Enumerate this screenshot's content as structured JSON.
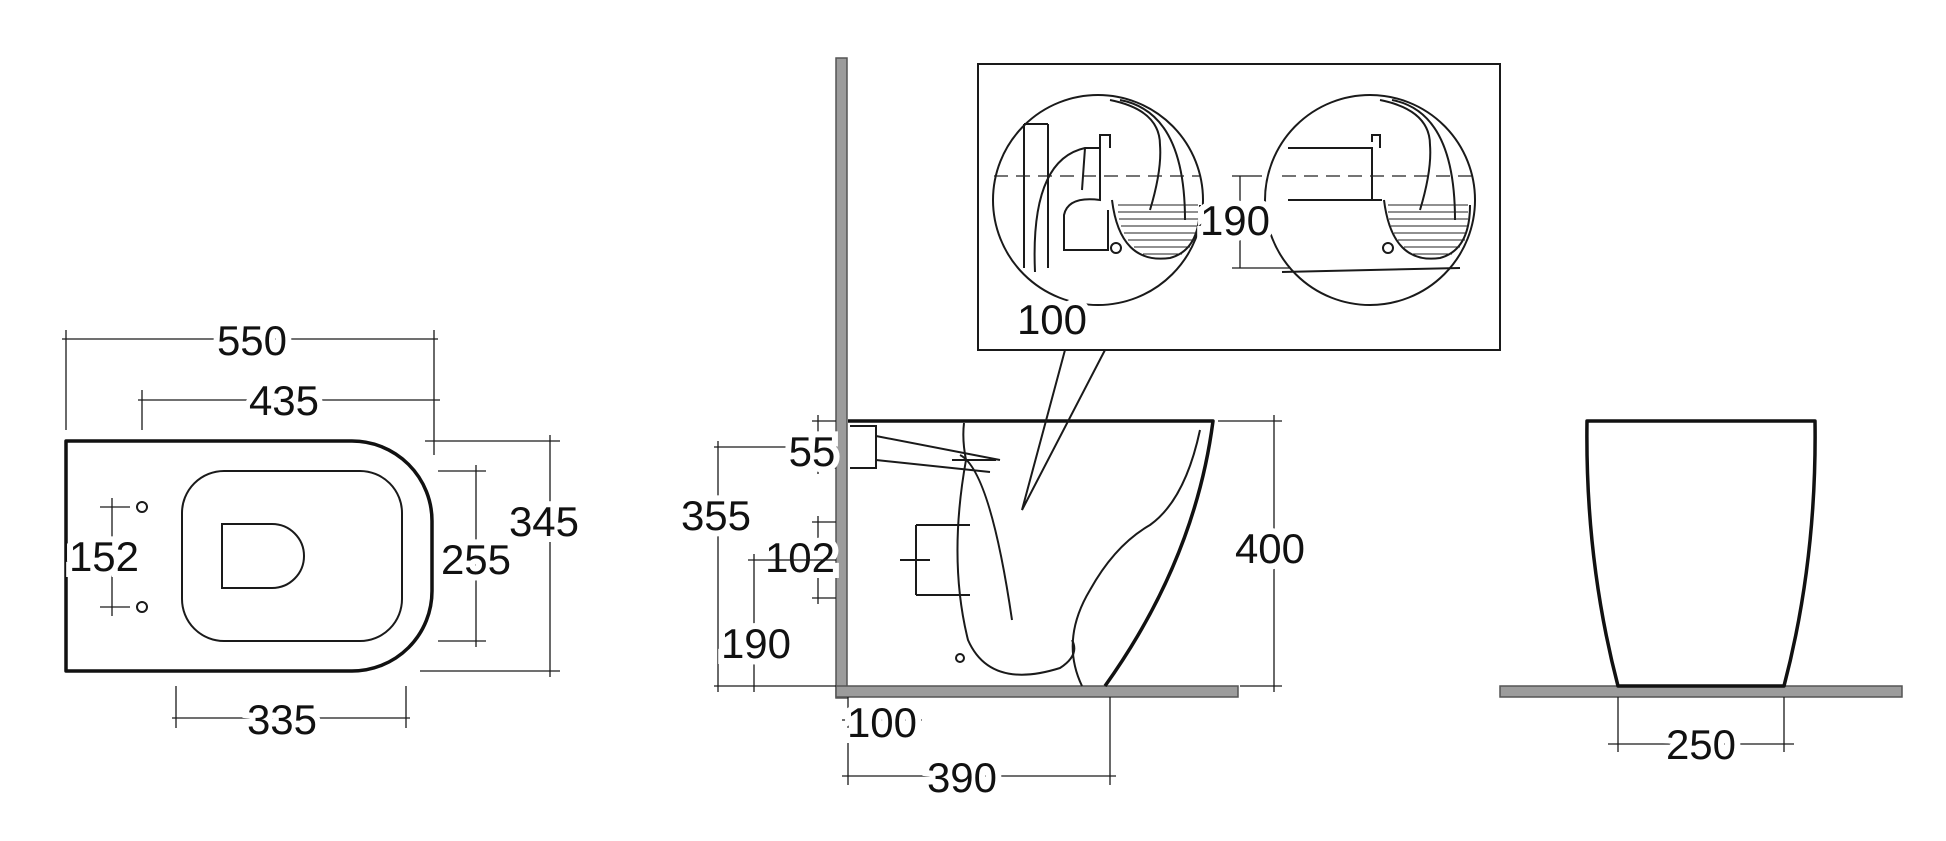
{
  "plan_view": {
    "width": "550",
    "inner_length": "435",
    "depth": "345",
    "seat_depth": "255",
    "fixing_spacing": "152",
    "base_length": "335"
  },
  "side_view": {
    "inlet_height": "355",
    "inlet_offset": "55",
    "outlet_diameter": "102",
    "outlet_height": "190",
    "total_height": "400",
    "wall_offset": "100",
    "projection": "390"
  },
  "detail_view": {
    "p_trap_outlet": "100",
    "s_trap_height": "190"
  },
  "front_view": {
    "base_width": "250"
  }
}
